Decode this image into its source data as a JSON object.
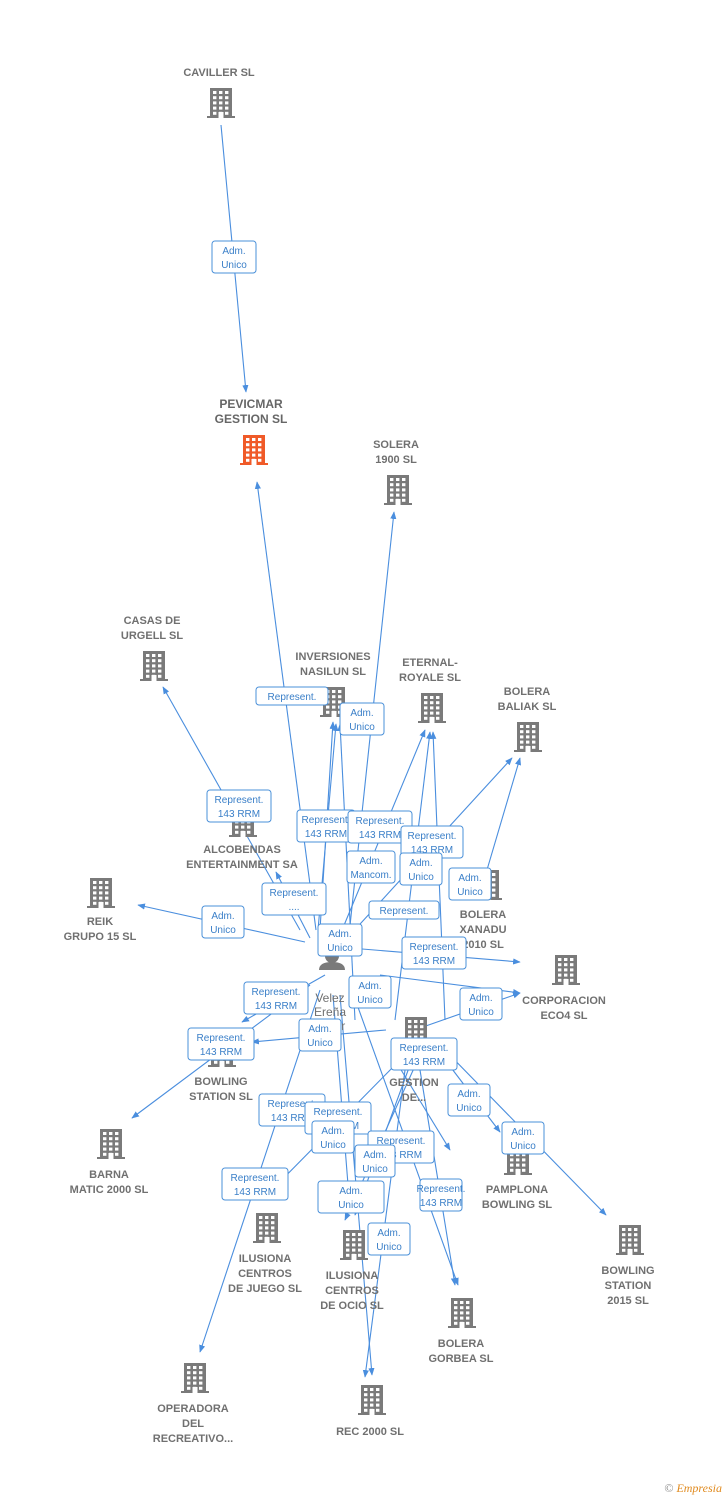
{
  "colors": {
    "edge": "#4a8ede",
    "building": "#7a7a7a",
    "highlight": "#f05a28",
    "person": "#7a7a7a"
  },
  "footer": {
    "copyright": "©",
    "brand": "Empresia"
  },
  "companies": [
    {
      "id": "caviller",
      "lines": [
        "CAVILLER  SL"
      ],
      "icon": "building-icon"
    },
    {
      "id": "pevicmar",
      "lines": [
        "PEVICMAR",
        "GESTION  SL"
      ],
      "icon": "building-icon",
      "highlight": true
    },
    {
      "id": "solera",
      "lines": [
        "SOLERA",
        "1900 SL"
      ],
      "icon": "building-icon"
    },
    {
      "id": "casas",
      "lines": [
        "CASAS DE",
        "URGELL  SL"
      ],
      "icon": "building-icon"
    },
    {
      "id": "nasilun",
      "lines": [
        "INVERSIONES",
        "NASILUN  SL"
      ],
      "icon": "building-icon"
    },
    {
      "id": "eternal",
      "lines": [
        "ETERNAL-",
        "ROYALE SL"
      ],
      "icon": "building-icon"
    },
    {
      "id": "baliak",
      "lines": [
        "BOLERA",
        "BALIAK SL"
      ],
      "icon": "building-icon"
    },
    {
      "id": "alcobendas",
      "lines": [
        "ALCOBENDAS",
        "ENTERTAINMENT SA"
      ],
      "icon": "building-icon"
    },
    {
      "id": "reik",
      "lines": [
        "REIK",
        "GRUPO 15 SL"
      ],
      "icon": "building-icon"
    },
    {
      "id": "xanadu",
      "lines": [
        "BOLERA",
        "XANADU",
        "2010 SL"
      ],
      "icon": "building-icon"
    },
    {
      "id": "corporacion",
      "lines": [
        "CORPORACION",
        "ECO4  SL"
      ],
      "icon": "building-icon"
    },
    {
      "id": "gestion",
      "lines": [
        "GESTION",
        "DE..."
      ],
      "icon": "building-icon"
    },
    {
      "id": "bowling",
      "lines": [
        "BOWLING",
        "STATION SL"
      ],
      "icon": "building-icon"
    },
    {
      "id": "barna",
      "lines": [
        "BARNA",
        "MATIC 2000  SL"
      ],
      "icon": "building-icon"
    },
    {
      "id": "pamplona",
      "lines": [
        "PAMPLONA",
        "BOWLING SL"
      ],
      "icon": "building-icon"
    },
    {
      "id": "bowling2015",
      "lines": [
        "BOWLING",
        "STATION",
        "2015  SL"
      ],
      "icon": "building-icon"
    },
    {
      "id": "ilusiona_juego",
      "lines": [
        "ILUSIONA",
        "CENTROS",
        "DE JUEGO SL"
      ],
      "icon": "building-icon"
    },
    {
      "id": "ilusiona_ocio",
      "lines": [
        "ILUSIONA",
        "CENTROS",
        "DE OCIO SL"
      ],
      "icon": "building-icon"
    },
    {
      "id": "gorbea",
      "lines": [
        "BOLERA",
        "GORBEA SL"
      ],
      "icon": "building-icon"
    },
    {
      "id": "operadora",
      "lines": [
        "OPERADORA",
        "DEL",
        "RECREATIVO..."
      ],
      "icon": "building-icon"
    },
    {
      "id": "rec2000",
      "lines": [
        "REC 2000 SL"
      ],
      "icon": "building-icon"
    }
  ],
  "person": {
    "id": "velez",
    "lines": [
      "Velez",
      "Ereña",
      "Victor"
    ],
    "icon": "person-icon"
  },
  "relations": [
    {
      "lines": [
        "Adm.",
        "Unico"
      ]
    },
    {
      "lines": [
        "Represent."
      ]
    },
    {
      "lines": [
        "Adm.",
        "Unico"
      ]
    },
    {
      "lines": [
        "Represent.",
        "143 RRM"
      ]
    },
    {
      "lines": [
        "Represent.",
        "143 RRM"
      ]
    },
    {
      "lines": [
        "Represent.",
        "143 RRM"
      ]
    },
    {
      "lines": [
        "Represent.",
        "143 RRM"
      ]
    },
    {
      "lines": [
        "Adm.",
        "Mancom."
      ]
    },
    {
      "lines": [
        "Adm.",
        "Unico"
      ]
    },
    {
      "lines": [
        "Adm.",
        "Unico"
      ]
    },
    {
      "lines": [
        "Represent.",
        "...."
      ]
    },
    {
      "lines": [
        "Adm.",
        "Unico"
      ]
    },
    {
      "lines": [
        "Represent."
      ]
    },
    {
      "lines": [
        "Adm.",
        "Unico"
      ]
    },
    {
      "lines": [
        "Represent.",
        "143 RRM"
      ]
    },
    {
      "lines": [
        "Adm.",
        "Unico"
      ]
    },
    {
      "lines": [
        "Adm.",
        "Unico"
      ]
    },
    {
      "lines": [
        "Represent.",
        "143 RRM"
      ]
    },
    {
      "lines": [
        "Represent.",
        "143 RRM"
      ]
    },
    {
      "lines": [
        "Adm.",
        "Unico"
      ]
    },
    {
      "lines": [
        "Represent.",
        "143 RRM"
      ]
    },
    {
      "lines": [
        "Adm.",
        "Unico"
      ]
    },
    {
      "lines": [
        "Adm.",
        "Unico"
      ]
    },
    {
      "lines": [
        "Represent.",
        "143 RRM"
      ]
    },
    {
      "lines": [
        "Represent.",
        "143 RRM"
      ]
    },
    {
      "lines": [
        "Adm.",
        "Unico"
      ]
    },
    {
      "lines": [
        "Represent.",
        "143 RRM"
      ]
    },
    {
      "lines": [
        "Adm.",
        "Unico"
      ]
    },
    {
      "lines": [
        "Represent.",
        "143 RRM"
      ]
    },
    {
      "lines": [
        "Represent.",
        "143 RRM"
      ]
    },
    {
      "lines": [
        "Adm.",
        "Unico"
      ]
    },
    {
      "lines": [
        "Adm.",
        "Unico"
      ]
    }
  ]
}
